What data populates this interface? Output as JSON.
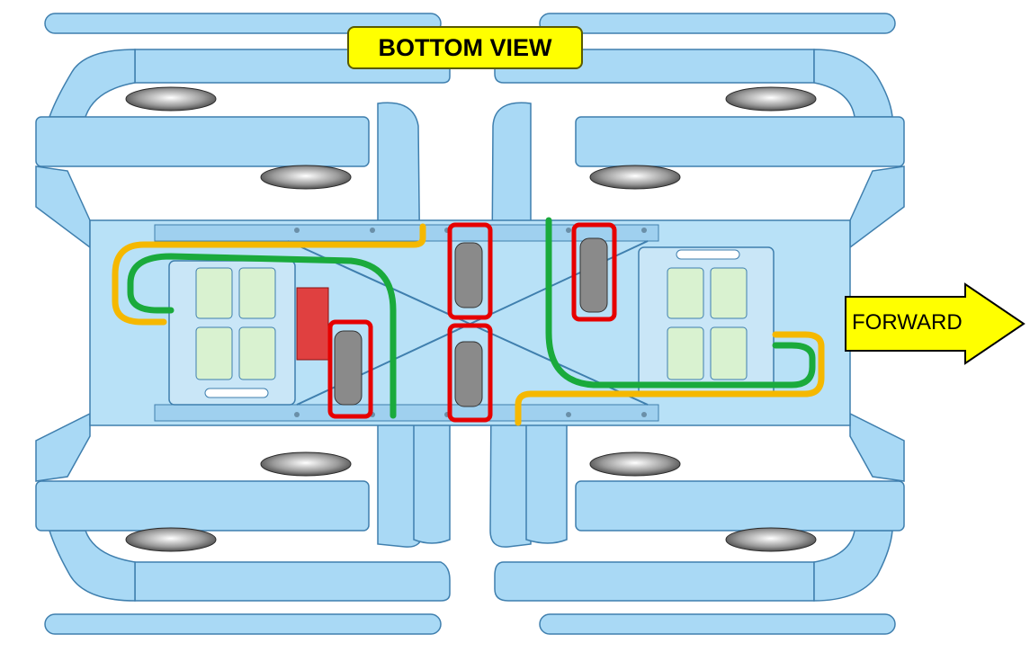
{
  "title": "BOTTOM VIEW",
  "direction_label": "FORWARD",
  "colors": {
    "frame": "#a9d9f5",
    "frame_dark": "#3f7fae",
    "pad": "#d9f2d0",
    "orange_cable": "#f5b800",
    "green_cable": "#1aaa3c",
    "red_highlight": "#e60000",
    "label_yellow": "#ffff00"
  },
  "highlight_count": 5
}
